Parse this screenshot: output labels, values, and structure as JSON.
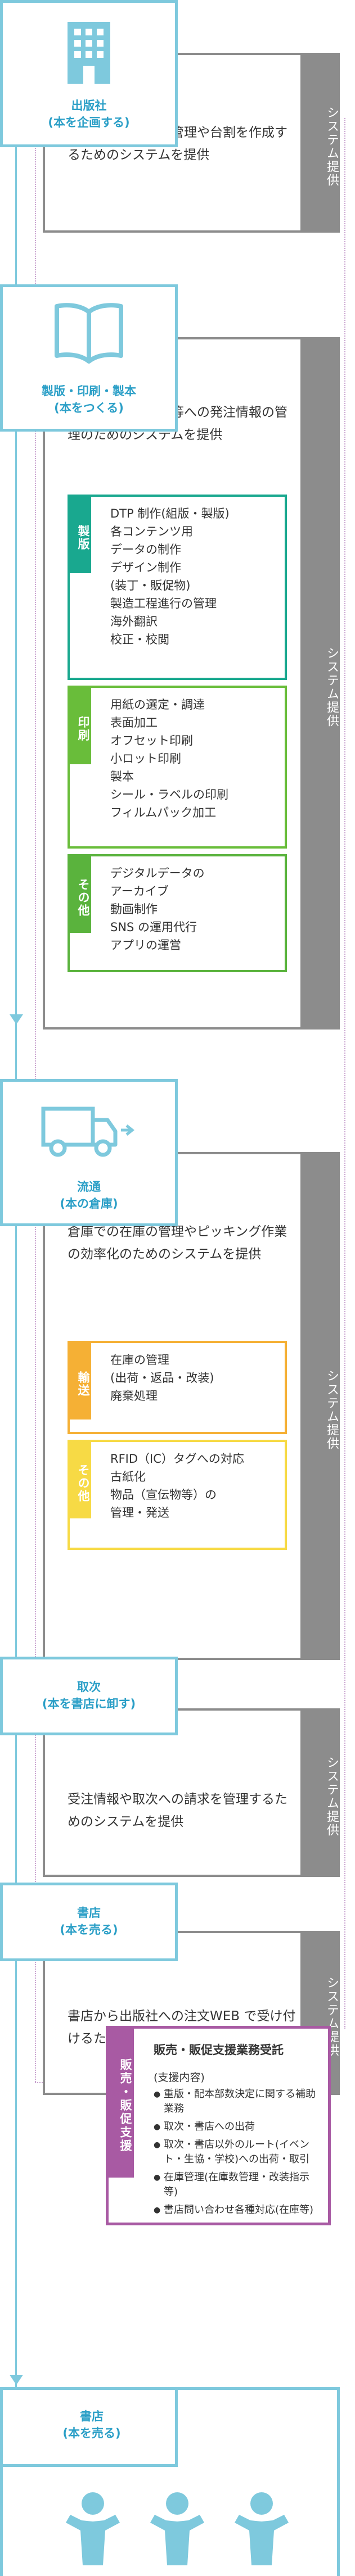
{
  "colors": {
    "stage": "#7ec9dd",
    "stage_text": "#2b9fc7",
    "system": "#8c8c8c",
    "purple": "#a85aa3"
  },
  "system_tab_label": "システム提供",
  "stages": [
    {
      "label": "出版社\n(本を企画する)",
      "icon": "building-icon",
      "system_text": "企画・書誌情報の管理や台割を作成するためのシステムを提供"
    },
    {
      "label": "製版・印刷・製本\n(本をつくる)",
      "icon": "book-icon",
      "system_text": "部数情報や印刷所等への発注情報の管理のためのシステムを提供",
      "categories": [
        {
          "tag": "製版",
          "items": [
            "DTP 制作(組版・製版)",
            "各コンテンツ用",
            "データの制作",
            "デザイン制作",
            "(装丁・販促物)",
            "製造工程進行の管理",
            "海外翻訳",
            "校正・校閲"
          ]
        },
        {
          "tag": "印刷",
          "items": [
            "用紙の選定・調達",
            "表面加工",
            "オフセット印刷",
            "小ロット印刷",
            "製本",
            "シール・ラベルの印刷",
            "フィルムパック加工"
          ]
        },
        {
          "tag": "その他",
          "items": [
            "デジタルデータの",
            "アーカイブ",
            "動画制作",
            "SNS の運用代行",
            "アプリの運営"
          ]
        }
      ]
    },
    {
      "label": "流通\n(本の倉庫)",
      "icon": "truck-icon",
      "system_text": "倉庫での在庫の管理やピッキング作業の効率化のためのシステムを提供",
      "categories": [
        {
          "tag": "輸送",
          "items": [
            "在庫の管理",
            "(出荷・返品・改装)",
            "廃棄処理"
          ]
        },
        {
          "tag": "その他",
          "items": [
            "RFID（IC）タグへの対応",
            "古紙化",
            "物品（宣伝物等）の",
            "管理・発送"
          ]
        }
      ]
    },
    {
      "label": "取次\n(本を書店に卸す)",
      "system_text": "受注情報や取次への請求を管理するためのシステムを提供"
    },
    {
      "label": "書店\n(本を売る)",
      "system_text": "書店から出版社への注文WEB で受け付けるためのサイトを提供"
    }
  ],
  "sales_support": {
    "tab": "販売・販促支援",
    "title": "販売・販促支援業務受託",
    "subtitle": "(支援内容)",
    "items": [
      "重版・配本部数決定に関する補助業務",
      "取次・書店への出荷",
      "取次・書店以外のルート(イベント・生協・学校)への出荷・取引",
      "在庫管理(在庫数管理・改装指示等)",
      "書店問い合わせ各種対応(在庫等)"
    ]
  },
  "final_stage": {
    "label": "書店\n(本を売る)",
    "icon": "people-icon"
  }
}
